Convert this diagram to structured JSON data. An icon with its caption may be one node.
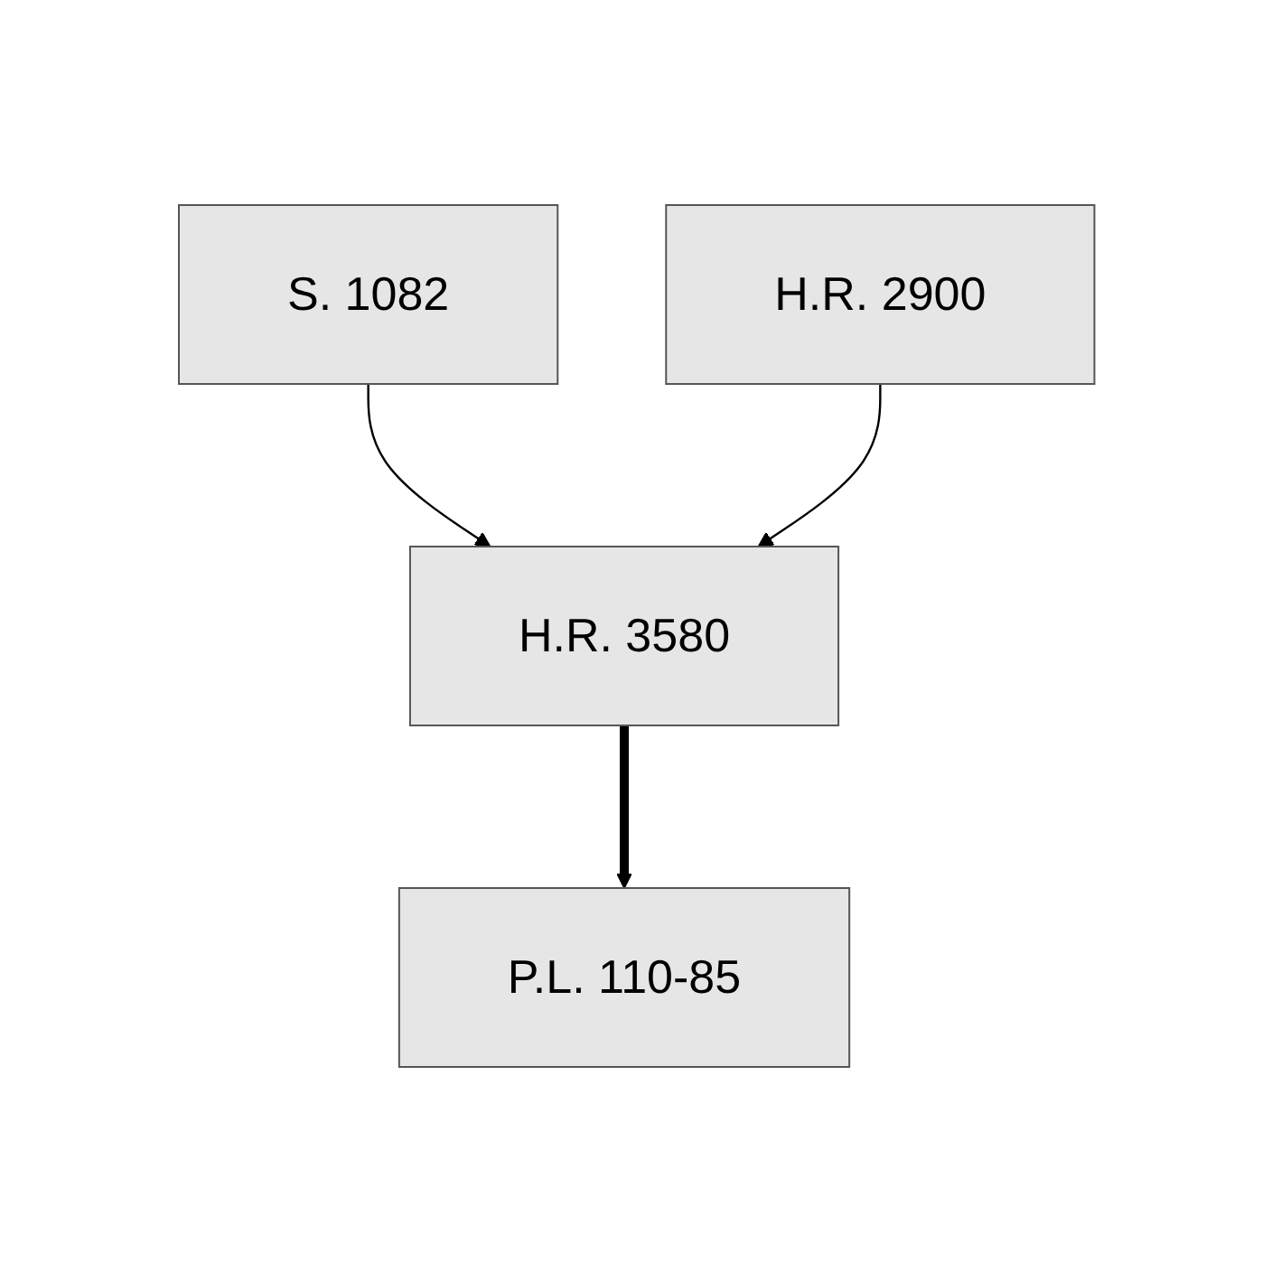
{
  "diagram": {
    "nodes": [
      {
        "text": [
          "S. 1082"
        ]
      },
      {
        "text": [
          "H.R. 2900"
        ]
      },
      {
        "text": [
          "H.R. 3580"
        ]
      },
      {
        "text": [
          "P.L. 110-85"
        ]
      }
    ],
    "edges": [
      {
        "from": 0,
        "to": 2,
        "arrow": "to"
      },
      {
        "from": 1,
        "to": 2,
        "arrow": "to"
      },
      {
        "from": 2,
        "to": 3,
        "arrow": "to",
        "style": "thick"
      }
    ]
  }
}
